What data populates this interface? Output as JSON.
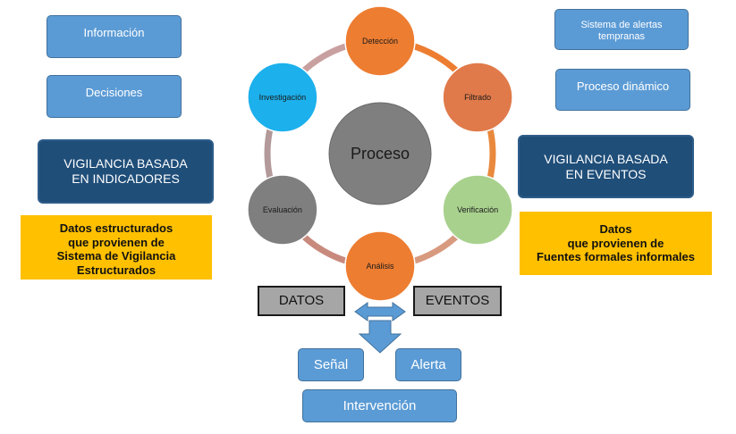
{
  "left": {
    "informacion": "Información",
    "decisiones": "Decisiones",
    "vigilancia_indicadores": "VIGILANCIA BASADA EN INDICADORES",
    "datos_estructurados": "Datos estructurados\nque provienen de\nSistema de Vigilancia\nEstructurados"
  },
  "right": {
    "sistema_alertas": "Sistema de alertas tempranas",
    "proceso_dinamico": "Proceso dinámico",
    "vigilancia_eventos": "VIGILANCIA BASADA EN EVENTOS",
    "datos_fuentes": "Datos\nque provienen de\nFuentes formales informales"
  },
  "cycle": {
    "center": "Proceso",
    "nodes": [
      {
        "id": "deteccion",
        "label": "Detección",
        "color": "#ed7d31"
      },
      {
        "id": "filtrado",
        "label": "Filtrado",
        "color": "#e07a4a"
      },
      {
        "id": "verificacion",
        "label": "Verificación",
        "color": "#a9d18e"
      },
      {
        "id": "analisis",
        "label": "Análisis",
        "color": "#ed7d31"
      },
      {
        "id": "evaluacion",
        "label": "Evaluación",
        "color": "#7f7f7f"
      },
      {
        "id": "investigacion",
        "label": "Investigación",
        "color": "#1cb0ec"
      }
    ],
    "arc_colors": [
      "#ed7d31",
      "#e9893e",
      "#d89a7f",
      "#c98a7e",
      "#b39999",
      "#c9a0a0"
    ]
  },
  "bottom": {
    "datos": "DATOS",
    "eventos": "EVENTOS",
    "senal": "Señal",
    "alerta": "Alerta",
    "intervencion": "Intervención"
  },
  "colors": {
    "light_blue": "#5b9bd5",
    "dark_blue": "#1f4e79",
    "yellow": "#ffc000",
    "gray": "#a6a6a6",
    "process_gray": "#7f7f7f"
  }
}
